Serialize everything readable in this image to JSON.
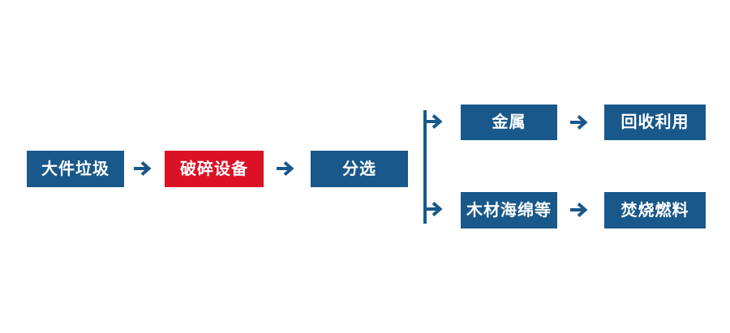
{
  "diagram": {
    "type": "flowchart",
    "main_flow": [
      {
        "id": "bulky-waste",
        "label": "大件垃圾",
        "color": "#19588A"
      },
      {
        "id": "crushing-equipment",
        "label": "破碎设备",
        "color": "#DB1126"
      },
      {
        "id": "sorting",
        "label": "分选",
        "color": "#19588A"
      }
    ],
    "branches": [
      {
        "nodes": [
          {
            "id": "metal",
            "label": "金属",
            "color": "#19588A"
          },
          {
            "id": "recycling",
            "label": "回收利用",
            "color": "#19588A"
          }
        ]
      },
      {
        "nodes": [
          {
            "id": "wood-sponge-etc",
            "label": "木材海绵等",
            "color": "#19588A"
          },
          {
            "id": "incineration-fuel",
            "label": "焚烧燃料",
            "color": "#19588A"
          }
        ]
      }
    ],
    "colors": {
      "node_blue": "#19588A",
      "node_red": "#DB1126",
      "arrow": "#19588A",
      "connector_line": "#19588A",
      "label_text": "#FFFFFF",
      "background": "#FFFFFF"
    }
  }
}
